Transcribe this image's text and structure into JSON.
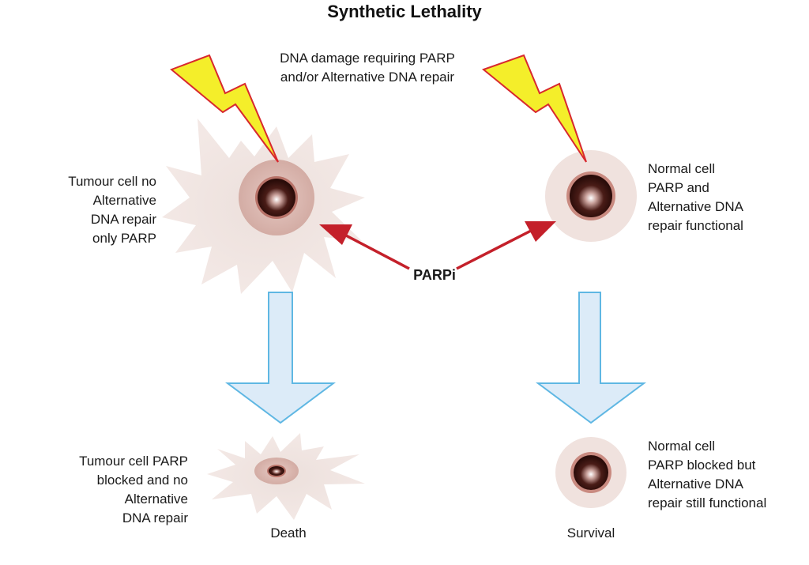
{
  "title": "Synthetic Lethality",
  "labels": {
    "dna_damage": "DNA damage requiring PARP\nand/or Alternative DNA repair",
    "tumour_top": "Tumour cell no\nAlternative\nDNA repair\nonly PARP",
    "normal_top": "Normal cell\nPARP and\nAlternative DNA\nrepair functional",
    "parpi": "PARPi",
    "tumour_bottom": "Tumour cell PARP\nblocked and no\nAlternative\nDNA repair",
    "normal_bottom": "Normal cell\nPARP  blocked but\nAlternative DNA\nrepair still functional",
    "death": "Death",
    "survival": "Survival"
  },
  "colors": {
    "cell_fill": "#f1e3df",
    "nucleus_halo": "#d9b7b0",
    "nucleus": "#3a1410",
    "nucleus_ring": "#b06a5e",
    "lightning_fill": "#f4ee2a",
    "lightning_stroke": "#d8282e",
    "arrow_red": "#c4202a",
    "down_arrow_fill": "#dcebf8",
    "down_arrow_stroke": "#5fb7e3"
  },
  "icons": [
    "lightning-bolt-icon",
    "down-arrow-icon",
    "red-arrow-icon"
  ]
}
